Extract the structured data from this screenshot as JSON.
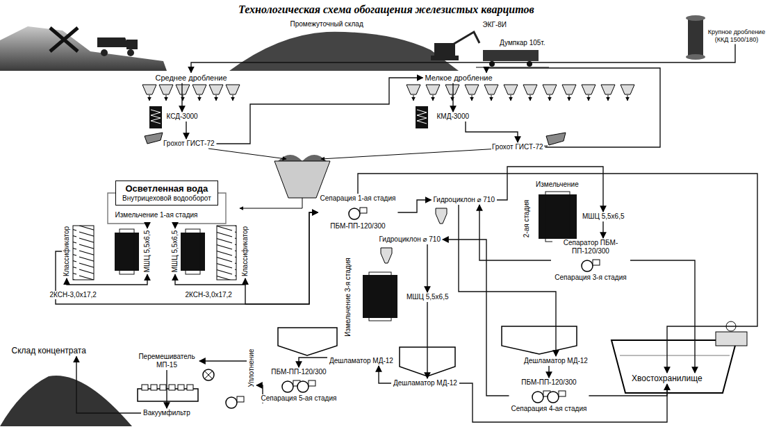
{
  "diagram": {
    "title": "Технологическая схема обогащения железистых кварцитов",
    "nodes": [
      {
        "text": [
          "Крупное дробление (ККД 1500/180)"
        ]
      },
      {
        "text": [
          "Среднее дробление"
        ]
      },
      {
        "text": [
          "КСД-3000"
        ]
      },
      {
        "text": [
          "Грохот ГИСТ-72"
        ]
      },
      {
        "text": [
          "Мелкое дробление"
        ]
      },
      {
        "text": [
          "КМД-3000"
        ]
      },
      {
        "text": [
          "Грохот ГИСТ-72"
        ]
      },
      {
        "text": [
          "Осветленная вода",
          "Внутрицеховой водооборот"
        ]
      },
      {
        "text": [
          "Классификатор"
        ]
      },
      {
        "text": [
          "МШЦ 5,5х6,5"
        ]
      },
      {
        "text": [
          "МШЦ 5,5х6,5"
        ]
      },
      {
        "text": [
          "Классификатор"
        ]
      },
      {
        "text": [
          "Сепарация 1-ая стадия",
          "ПБМ-ПП-120/300"
        ]
      },
      {
        "text": [
          "Гидроциклон ⌀ 710"
        ]
      },
      {
        "text": [
          "МШЦ 5,5х6,5"
        ]
      },
      {
        "text": [
          "Сепаратор ПБМ-ПП-120/300",
          "Сепарация 3-я стадия"
        ]
      },
      {
        "text": [
          "Гидроциклон ⌀ 710"
        ]
      },
      {
        "text": [
          "МШЦ 5,5х6,5"
        ]
      },
      {
        "text": [
          "Дешламатор МД-12"
        ]
      },
      {
        "text": [
          "ПБМ-ПП-120/300",
          "Сепарация 5-ая стадия"
        ]
      },
      {
        "text": [
          "Уплотнение"
        ]
      },
      {
        "text": [
          "Перемешиватель МП-15"
        ]
      },
      {
        "text": [
          "Вакуумфильтр"
        ]
      },
      {
        "text": [
          "Склад концентрата"
        ]
      },
      {
        "text": [
          "Дешламатор МД-12"
        ]
      },
      {
        "text": [
          "Дешламатор МД-12"
        ]
      },
      {
        "text": [
          "ПБМ-ПП-120/300",
          "Сепарация 4-ая стадия"
        ]
      },
      {
        "text": [
          "Хвостохранилище"
        ]
      }
    ],
    "edges": [
      {
        "from": 0,
        "to": 1,
        "arrow": "to"
      },
      {
        "from": 1,
        "to": 2,
        "arrow": "to"
      },
      {
        "from": 2,
        "to": 3,
        "arrow": "to"
      },
      {
        "from": 3,
        "to": 4,
        "arrow": "to"
      },
      {
        "from": 4,
        "to": 5,
        "arrow": "to"
      },
      {
        "from": 5,
        "to": 6,
        "arrow": "to"
      },
      {
        "from": 6,
        "to": 4,
        "arrow": "to"
      },
      {
        "from": 7,
        "to": 9,
        "arrow": "to"
      },
      {
        "from": 7,
        "to": 10,
        "arrow": "to"
      },
      {
        "from": 9,
        "to": 8,
        "arrow": "both"
      },
      {
        "from": 10,
        "to": 11,
        "arrow": "both"
      },
      {
        "from": 8,
        "to": 12,
        "arrow": "to"
      },
      {
        "from": 11,
        "to": 12,
        "arrow": "to"
      },
      {
        "from": 12,
        "to": 13,
        "arrow": "to"
      },
      {
        "from": 12,
        "to": 27,
        "arrow": "to"
      },
      {
        "from": 13,
        "to": 14,
        "arrow": "to"
      },
      {
        "from": 13,
        "to": 25,
        "arrow": "to"
      },
      {
        "from": 14,
        "to": 15,
        "arrow": "to"
      },
      {
        "from": 15,
        "to": 13,
        "arrow": "to"
      },
      {
        "from": 15,
        "to": 27,
        "arrow": "to"
      },
      {
        "from": 25,
        "to": 26,
        "arrow": "to"
      },
      {
        "from": 26,
        "to": 16,
        "arrow": "to"
      },
      {
        "from": 26,
        "to": 27,
        "arrow": "to"
      },
      {
        "from": 16,
        "to": 17,
        "arrow": "to"
      },
      {
        "from": 17,
        "to": 24,
        "arrow": "to"
      },
      {
        "from": 24,
        "to": 18,
        "arrow": "to"
      },
      {
        "from": 18,
        "to": 19,
        "arrow": "to"
      },
      {
        "from": 24,
        "to": 27,
        "arrow": "to"
      },
      {
        "from": 19,
        "to": 20,
        "arrow": "to"
      },
      {
        "from": 20,
        "to": 21,
        "arrow": "to"
      },
      {
        "from": 21,
        "to": 22,
        "arrow": "to"
      },
      {
        "from": 22,
        "to": 23,
        "arrow": "to"
      }
    ],
    "labels": [
      "Промежуточный склад",
      "ЭКГ-8И",
      "Думпкар 105т.",
      "Измельчение 1-ая стадия",
      "2КСН-3,0х17,2",
      "2КСН-3,0х17,2",
      "Измельчение",
      "2-ая стадия",
      "Измельчение 3-я стадия"
    ]
  }
}
